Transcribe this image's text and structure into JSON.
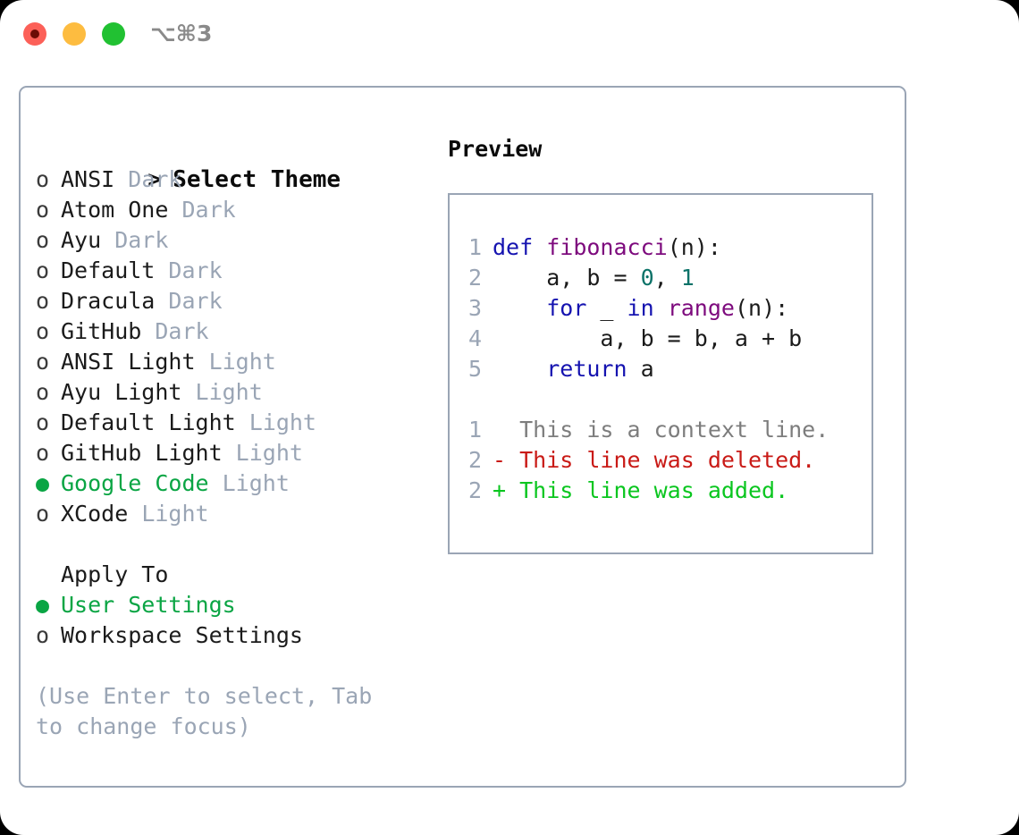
{
  "window": {
    "title": "⌥⌘3",
    "traffic_lights": [
      "close",
      "minimize",
      "zoom"
    ]
  },
  "left": {
    "header": {
      "prefix": "> ",
      "label": "Select Theme"
    },
    "themes": [
      {
        "marker": "o ",
        "name": "ANSI",
        "category": "Dark",
        "selected": false
      },
      {
        "marker": "o ",
        "name": "Atom One",
        "category": "Dark",
        "selected": false
      },
      {
        "marker": "o ",
        "name": "Ayu",
        "category": "Dark",
        "selected": false
      },
      {
        "marker": "o ",
        "name": "Default",
        "category": "Dark",
        "selected": false
      },
      {
        "marker": "o ",
        "name": "Dracula",
        "category": "Dark",
        "selected": false
      },
      {
        "marker": "o ",
        "name": "GitHub",
        "category": "Dark",
        "selected": false
      },
      {
        "marker": "o ",
        "name": "ANSI Light",
        "category": "Light",
        "selected": false
      },
      {
        "marker": "o ",
        "name": "Ayu Light",
        "category": "Light",
        "selected": false
      },
      {
        "marker": "o ",
        "name": "Default Light",
        "category": "Light",
        "selected": false
      },
      {
        "marker": "o ",
        "name": "GitHub Light",
        "category": "Light",
        "selected": false
      },
      {
        "marker": "● ",
        "name": "Google Code",
        "category": "Light",
        "selected": true
      },
      {
        "marker": "o ",
        "name": "XCode",
        "category": "Light",
        "selected": false
      }
    ],
    "apply_to": {
      "heading": "Apply To",
      "options": [
        {
          "marker": "● ",
          "label": "User Settings",
          "selected": true
        },
        {
          "marker": "o ",
          "label": "Workspace Settings",
          "selected": false
        }
      ]
    },
    "hint": "(Use Enter to select, Tab to change focus)"
  },
  "right": {
    "title": "Preview",
    "code": {
      "lines": [
        {
          "n": "1",
          "tokens": [
            {
              "t": "def ",
              "c": "kw"
            },
            {
              "t": "fibonacci",
              "c": "fn"
            },
            {
              "t": "(n):",
              "c": "plain"
            }
          ]
        },
        {
          "n": "2",
          "tokens": [
            {
              "t": "    a, b = ",
              "c": "plain"
            },
            {
              "t": "0",
              "c": "num"
            },
            {
              "t": ", ",
              "c": "plain"
            },
            {
              "t": "1",
              "c": "num"
            }
          ]
        },
        {
          "n": "3",
          "tokens": [
            {
              "t": "    ",
              "c": "plain"
            },
            {
              "t": "for",
              "c": "kw"
            },
            {
              "t": " _ ",
              "c": "plain"
            },
            {
              "t": "in",
              "c": "kw"
            },
            {
              "t": " ",
              "c": "plain"
            },
            {
              "t": "range",
              "c": "fn"
            },
            {
              "t": "(n):",
              "c": "plain"
            }
          ]
        },
        {
          "n": "4",
          "tokens": [
            {
              "t": "        a, b = b, a + b",
              "c": "plain"
            }
          ]
        },
        {
          "n": "5",
          "tokens": [
            {
              "t": "    ",
              "c": "plain"
            },
            {
              "t": "return",
              "c": "kw"
            },
            {
              "t": " a",
              "c": "plain"
            }
          ]
        }
      ]
    },
    "diff": {
      "lines": [
        {
          "n": "1",
          "sign": "  ",
          "text": "This is a context line.",
          "kind": "diff-ctx"
        },
        {
          "n": "2",
          "sign": "- ",
          "text": "This line was deleted.",
          "kind": "diff-del"
        },
        {
          "n": "2",
          "sign": "+ ",
          "text": "This line was added.",
          "kind": "diff-add"
        }
      ]
    }
  },
  "colors": {
    "accent_green": "#0aa544",
    "muted": "#9aa5b5",
    "keyword_blue": "#1513b0",
    "function_purple": "#7d0a7d",
    "number_teal": "#0b7268",
    "diff_add_green": "#0ac61f",
    "diff_del_red": "#c91a16",
    "border": "#9aa5b5"
  }
}
